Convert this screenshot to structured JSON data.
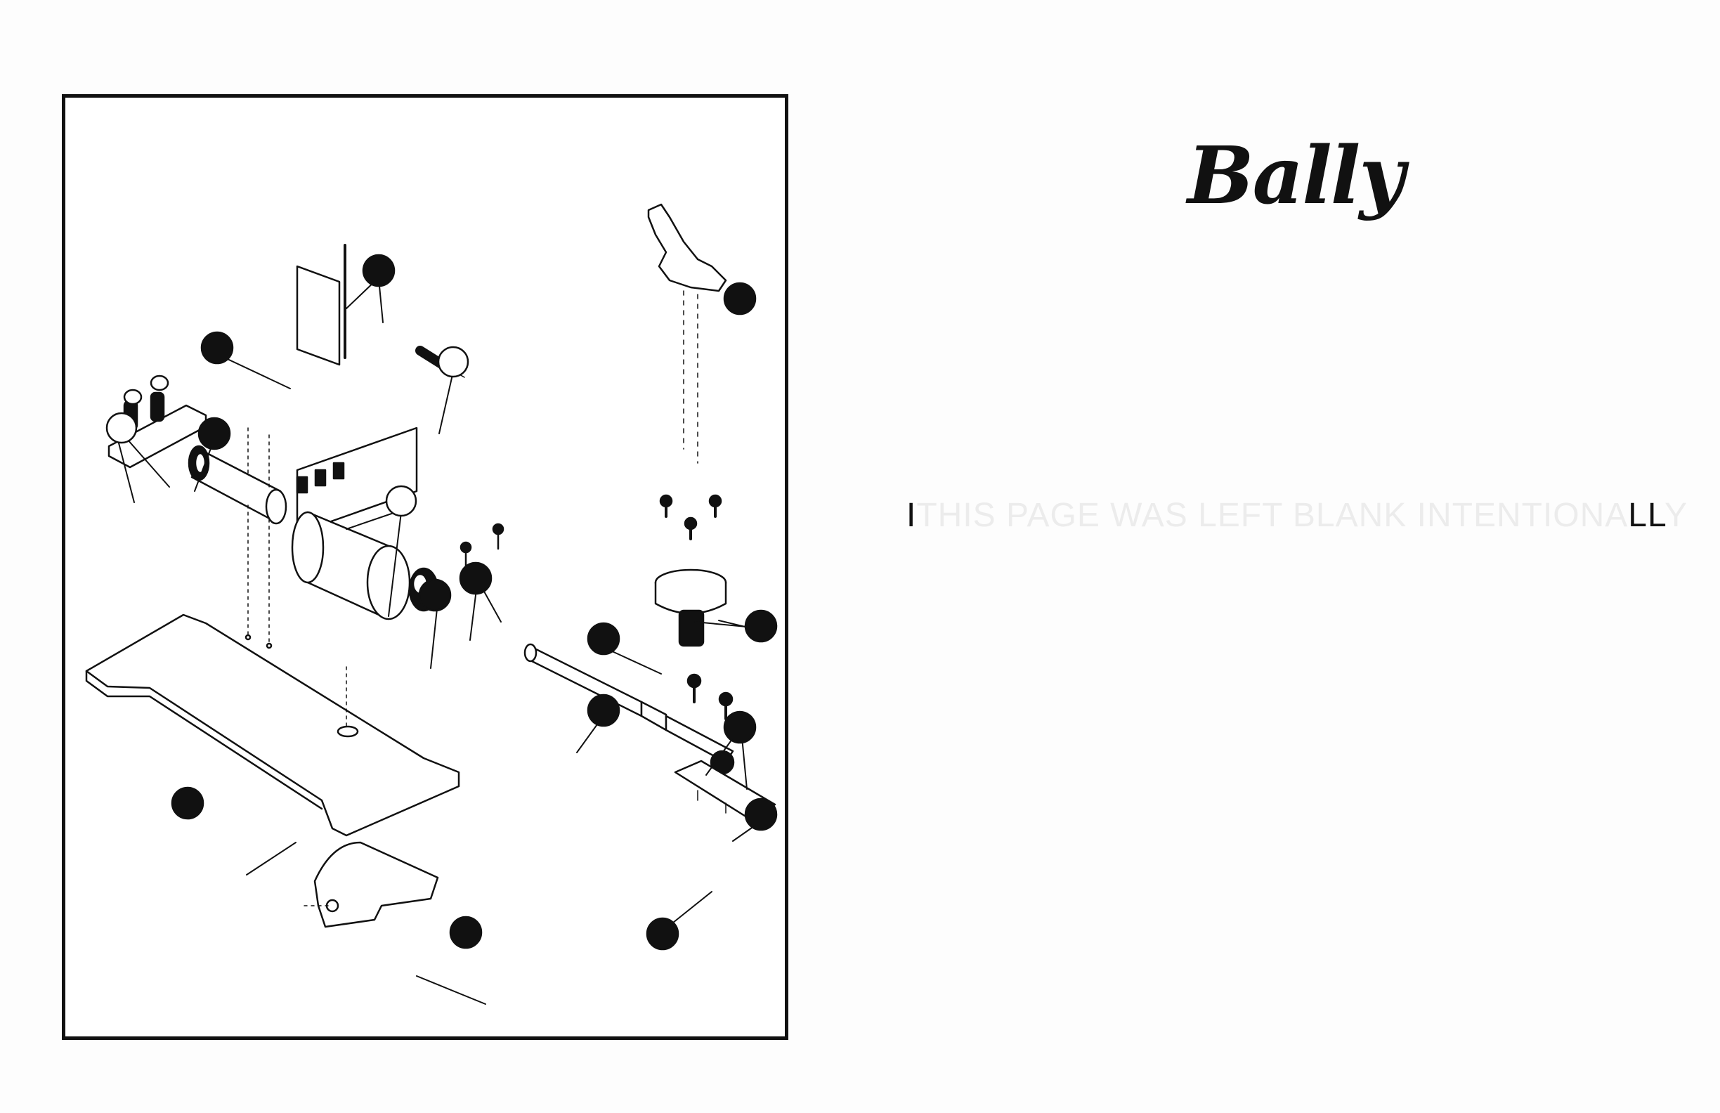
{
  "header_faint": [
    "",
    ""
  ],
  "page_number": "",
  "logo": {
    "text": "Bally"
  },
  "logo_sub": [
    "",
    "",
    ""
  ],
  "blank_notice": {
    "first_char": "I",
    "middle_text": "THIS PAGE WAS LEFT BLANK INTENTIONA",
    "last_chars": "LL",
    "trailing": "Y"
  },
  "diagram": {
    "title": "",
    "callouts": [
      {
        "id": "c1",
        "style": "filled"
      },
      {
        "id": "c2",
        "style": "filled"
      },
      {
        "id": "c3",
        "style": "open"
      },
      {
        "id": "c4",
        "style": "open"
      },
      {
        "id": "c5",
        "style": "filled"
      },
      {
        "id": "c6",
        "style": "open"
      },
      {
        "id": "c7",
        "style": "filled"
      },
      {
        "id": "c8",
        "style": "filled"
      },
      {
        "id": "c9",
        "style": "filled"
      },
      {
        "id": "c10",
        "style": "filled"
      },
      {
        "id": "c11",
        "style": "filled"
      },
      {
        "id": "c12",
        "style": "filled"
      },
      {
        "id": "c13",
        "style": "filled"
      },
      {
        "id": "c14",
        "style": "filled"
      },
      {
        "id": "c15",
        "style": "filled"
      },
      {
        "id": "c16",
        "style": "filled"
      }
    ]
  }
}
